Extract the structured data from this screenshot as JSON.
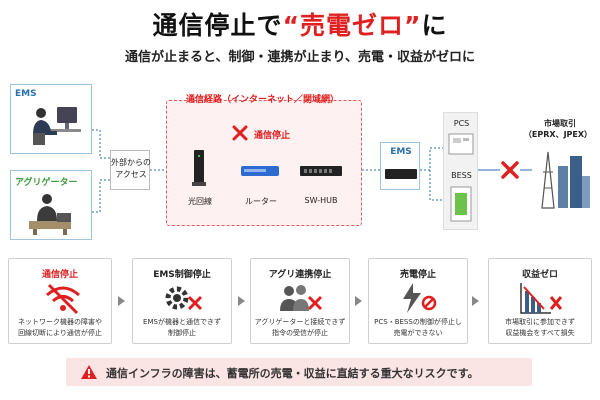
{
  "header": {
    "title_prefix": "通信停止で",
    "title_emphasis": "“売電ゼロ”",
    "title_suffix": "に",
    "subtitle": "通信が止まると、制御・連携が止まり、売電・収益がゼロに"
  },
  "diagram": {
    "ems_label": "EMS",
    "aggregator_label": "アグリゲーター",
    "external_access": "外部からの\nアクセス",
    "route_title": "通信経路（インターネット／閉域網）",
    "route_status": "通信停止",
    "optical_line": "光回線",
    "router": "ルーター",
    "sw_hub": "SW-HUB",
    "ems_device": "EMS",
    "pcs": "PCS",
    "bess": "BESS",
    "market_title": "市場取引",
    "market_sub": "（EPRX、JPEX）"
  },
  "flow": [
    {
      "title": "通信停止",
      "desc": "ネットワーク機器の障害や\n回線切断により通信が停止",
      "icon": "wifi-off-icon"
    },
    {
      "title": "EMS制御停止",
      "desc": "EMSが機器と通信できず\n制御停止",
      "icon": "gear-off-icon"
    },
    {
      "title": "アグリ連携停止",
      "desc": "アグリゲーターと接続できず\n指令の受信が停止",
      "icon": "users-off-icon"
    },
    {
      "title": "売電停止",
      "desc": "PCS・BESSの制御が停止し\n売電ができない",
      "icon": "power-off-icon"
    },
    {
      "title": "収益ゼロ",
      "desc": "市場取引に参加できず\n収益機会をすべて損失",
      "icon": "chart-down-icon"
    }
  ],
  "banner": {
    "text": "通信インフラの障害は、蓄電所の売電・収益に直結する重大なリスクです。"
  },
  "colors": {
    "accent_red": "#e02020",
    "line_blue": "#2a6fb0"
  }
}
